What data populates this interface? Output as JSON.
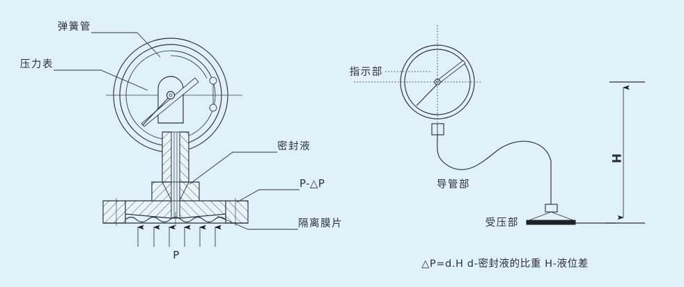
{
  "figure": {
    "background_color": "#e1f1f8",
    "line_color": "#2b2f38",
    "title": "",
    "panels": [
      {
        "id": "left",
        "name": "diaphragm-seal-pressure-gauge-section"
      },
      {
        "id": "right",
        "name": "remote-seal-level-measurement-schematic"
      }
    ]
  },
  "left_panel": {
    "labels": {
      "bourdon_tube": "弹簧管",
      "pressure_gauge": "压力表",
      "sealing_liquid": "密封液",
      "pressure_differential": "P-△P",
      "isolation_diaphragm": "隔离膜片",
      "applied_pressure": "P"
    }
  },
  "right_panel": {
    "labels": {
      "indicator_unit": "指示部",
      "capillary_unit": "导管部",
      "pressure_receiving_unit": "受压部",
      "height_dimension": "H"
    }
  },
  "caption": {
    "formula": "△P=d.H",
    "term_d": "d-密封液的比重",
    "term_h": "H-液位差",
    "full": "△P=d.H   d-密封液的比重   H-液位差"
  }
}
